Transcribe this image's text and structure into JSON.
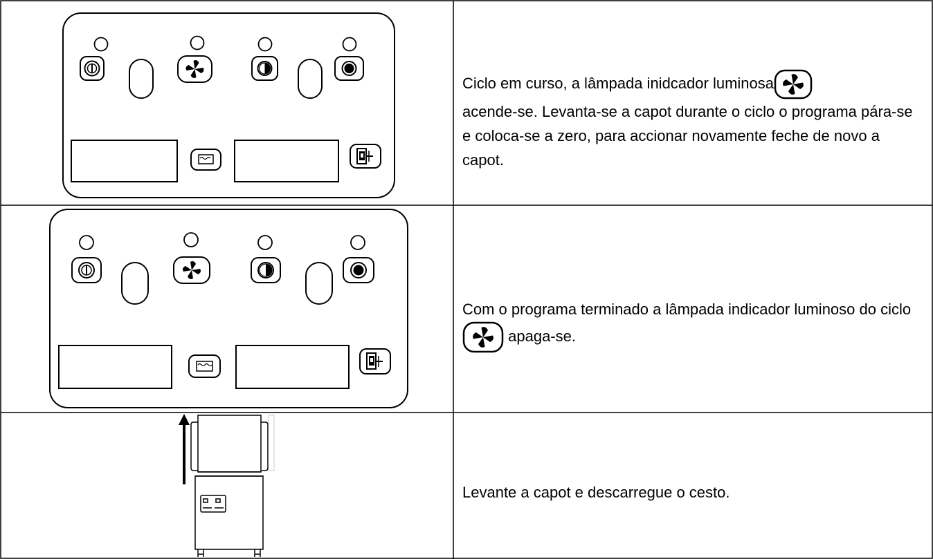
{
  "rows": [
    {
      "text_before_icon": "Ciclo em curso, a lâmpada inidcador luminosa",
      "icon": "fan-cycle-icon",
      "text_after_icon": "acende-se. Levanta-se a capot durante o ciclo o programa pára-se e coloca-se a zero, para accionar novamente feche de novo a capot."
    },
    {
      "text_before_icon": "Com o programa terminado a lâmpada indicador luminoso do ciclo",
      "icon": "fan-cycle-icon",
      "text_after_icon": "apaga-se."
    },
    {
      "text": "Levante a capot e descarregue o cesto."
    }
  ],
  "panel_icons": [
    "power-icon",
    "fan-cycle-icon",
    "half-circle-icon",
    "filled-circle-icon",
    "water-tank-icon",
    "door-switch-icon"
  ],
  "colors": {
    "ink": "#000000",
    "background": "#ffffff"
  }
}
